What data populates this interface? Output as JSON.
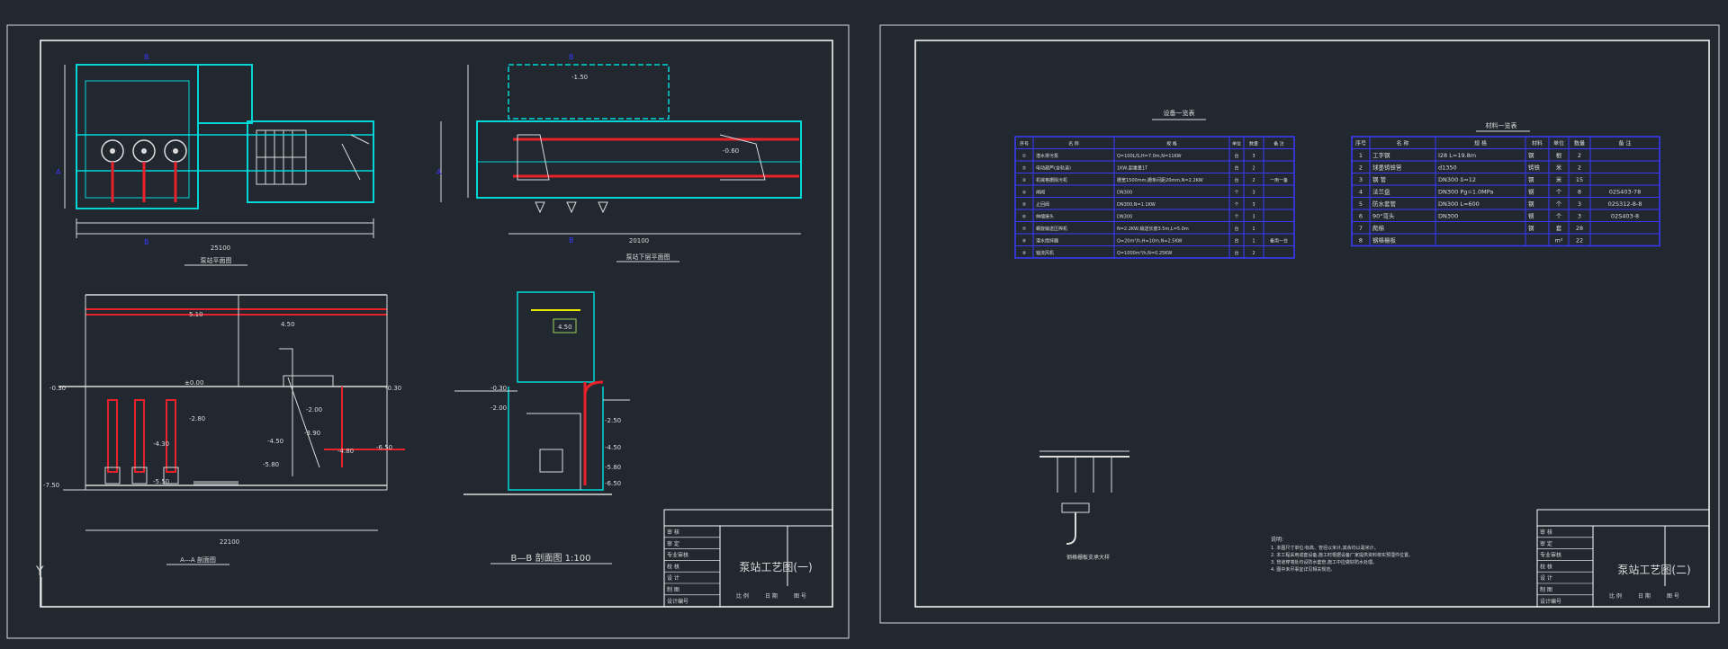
{
  "colors": {
    "background": "#212830",
    "frame": "#ffffff",
    "pipe_cyan": "#00d8d8",
    "pipe_red": "#e8212a",
    "table_blue": "#3a3aff",
    "dimension_white": "#dcdcdc",
    "accent_yellow": "#e8e800",
    "accent_green": "#9ad05a"
  },
  "sheet1": {
    "plan_left_caption": "泵站平面图",
    "plan_right_caption": "泵站下层平面图",
    "section_left_caption": "A—A 剖面图",
    "section_right_caption": "B—B 剖面图 1:100",
    "section_marker_b": "B",
    "section_marker_a": "A",
    "dim_total_left": "25100",
    "dim_total_right": "20100",
    "dim_bottom_left": "22100",
    "elev_left_1": "-0.30",
    "elev_left_2": "±0.00",
    "elev_left_3": "-2.80",
    "elev_left_4": "-4.30",
    "elev_left_5": "-5.50",
    "elev_left_6": "-7.50",
    "elev_left_7": "5.10",
    "elev_left_8": "4.50",
    "elev_left_9": "-2.00",
    "elev_left_10": "-3.90",
    "elev_left_11": "-4.80",
    "elev_left_12": "-4.50",
    "elev_left_13": "-6.50",
    "elev_left_14": "-5.80",
    "elev_left_15": "-0.30",
    "elev_right_1": "-0.30",
    "elev_right_2": "-1.50",
    "elev_right_3": "-0.60",
    "elev_right_4": "-2.00",
    "elev_right_5": "-2.50",
    "elev_right_6": "-4.50",
    "elev_right_7": "-5.80",
    "elev_right_8": "-6.50",
    "elev_right_9": "4.50",
    "title_block_name": "泵站工艺图(一)"
  },
  "sheet2": {
    "table1_title": "设备一览表",
    "table2_title": "材料一览表",
    "table1_headers": [
      "序号",
      "名 称",
      "规 格",
      "单位",
      "数量",
      "备 注"
    ],
    "table1_rows": [
      [
        "①",
        "潜水排污泵",
        "Q=100L/S,H=7.0m,N=11KW",
        "台",
        "3",
        ""
      ],
      [
        "②",
        "电动葫芦(含轨道)",
        "1KW,起重量1T",
        "台",
        "2",
        ""
      ],
      [
        "③",
        "机械格栅除污机",
        "栅宽1500mm,栅条间距20mm,N=2.2KW",
        "台",
        "2",
        "一用一备"
      ],
      [
        "④",
        "闸阀",
        "DN300",
        "个",
        "3",
        ""
      ],
      [
        "⑤",
        "止回阀",
        "DN300,N=1.1KW",
        "个",
        "3",
        ""
      ],
      [
        "⑥",
        "伸缩接头",
        "DN300",
        "个",
        "3",
        ""
      ],
      [
        "⑦",
        "螺旋输送压榨机",
        "N=2.2KW,输送长度3.5m,L=5.0m",
        "台",
        "1",
        ""
      ],
      [
        "⑧",
        "潜水搅拌器",
        "Q=20m³/h,H=10m,N=2.5KW",
        "台",
        "1",
        "备用一台"
      ],
      [
        "⑨",
        "轴流风机",
        "Q=1000m³/h,N=0.25KW",
        "台",
        "2",
        ""
      ]
    ],
    "table2_headers": [
      "序号",
      "名 称",
      "规 格",
      "材料",
      "单位",
      "数量",
      "备 注"
    ],
    "table2_rows": [
      [
        "1",
        "工字钢",
        "I28 L=19.8m",
        "钢",
        "根",
        "2",
        ""
      ],
      [
        "2",
        "球墨铸铁管",
        "d1350",
        "铸铁",
        "米",
        "2",
        ""
      ],
      [
        "3",
        "钢 管",
        "DN300 δ=12",
        "钢",
        "米",
        "15",
        ""
      ],
      [
        "4",
        "法兰盘",
        "DN300 Pg=1.0MPa",
        "钢",
        "个",
        "8",
        "02S403-78"
      ],
      [
        "5",
        "防水套管",
        "DN300 L=600",
        "钢",
        "个",
        "3",
        "02S312-8-8"
      ],
      [
        "6",
        "90°弯头",
        "DN300",
        "钢",
        "个",
        "3",
        "02S403-8"
      ],
      [
        "7",
        "爬梯",
        "",
        "钢",
        "套",
        "28",
        ""
      ],
      [
        "8",
        "钢格栅板",
        "",
        "",
        "m²",
        "22",
        ""
      ]
    ],
    "detail_caption": "钢格栅板支承大样",
    "notes_title": "说明:",
    "notes": [
      "1. 本图尺寸单位:标高、管径以米计,其余均以毫米计。",
      "2. 本工程采用成套设备,施工时根据设备厂家提供资料核实预埋件位置。",
      "3. 管道穿墙处均设防水套管,施工中应做好防水处理。",
      "4. 图中未尽事宜详见相关规范。"
    ],
    "title_block_name": "泵站工艺图(二)"
  },
  "title_block": {
    "row_labels": [
      "审 核",
      "审 定",
      "专业审核",
      "校 核",
      "设 计",
      "制 图",
      "设计编号"
    ],
    "right_labels": [
      "比 例",
      "日 期",
      "图 号"
    ]
  }
}
